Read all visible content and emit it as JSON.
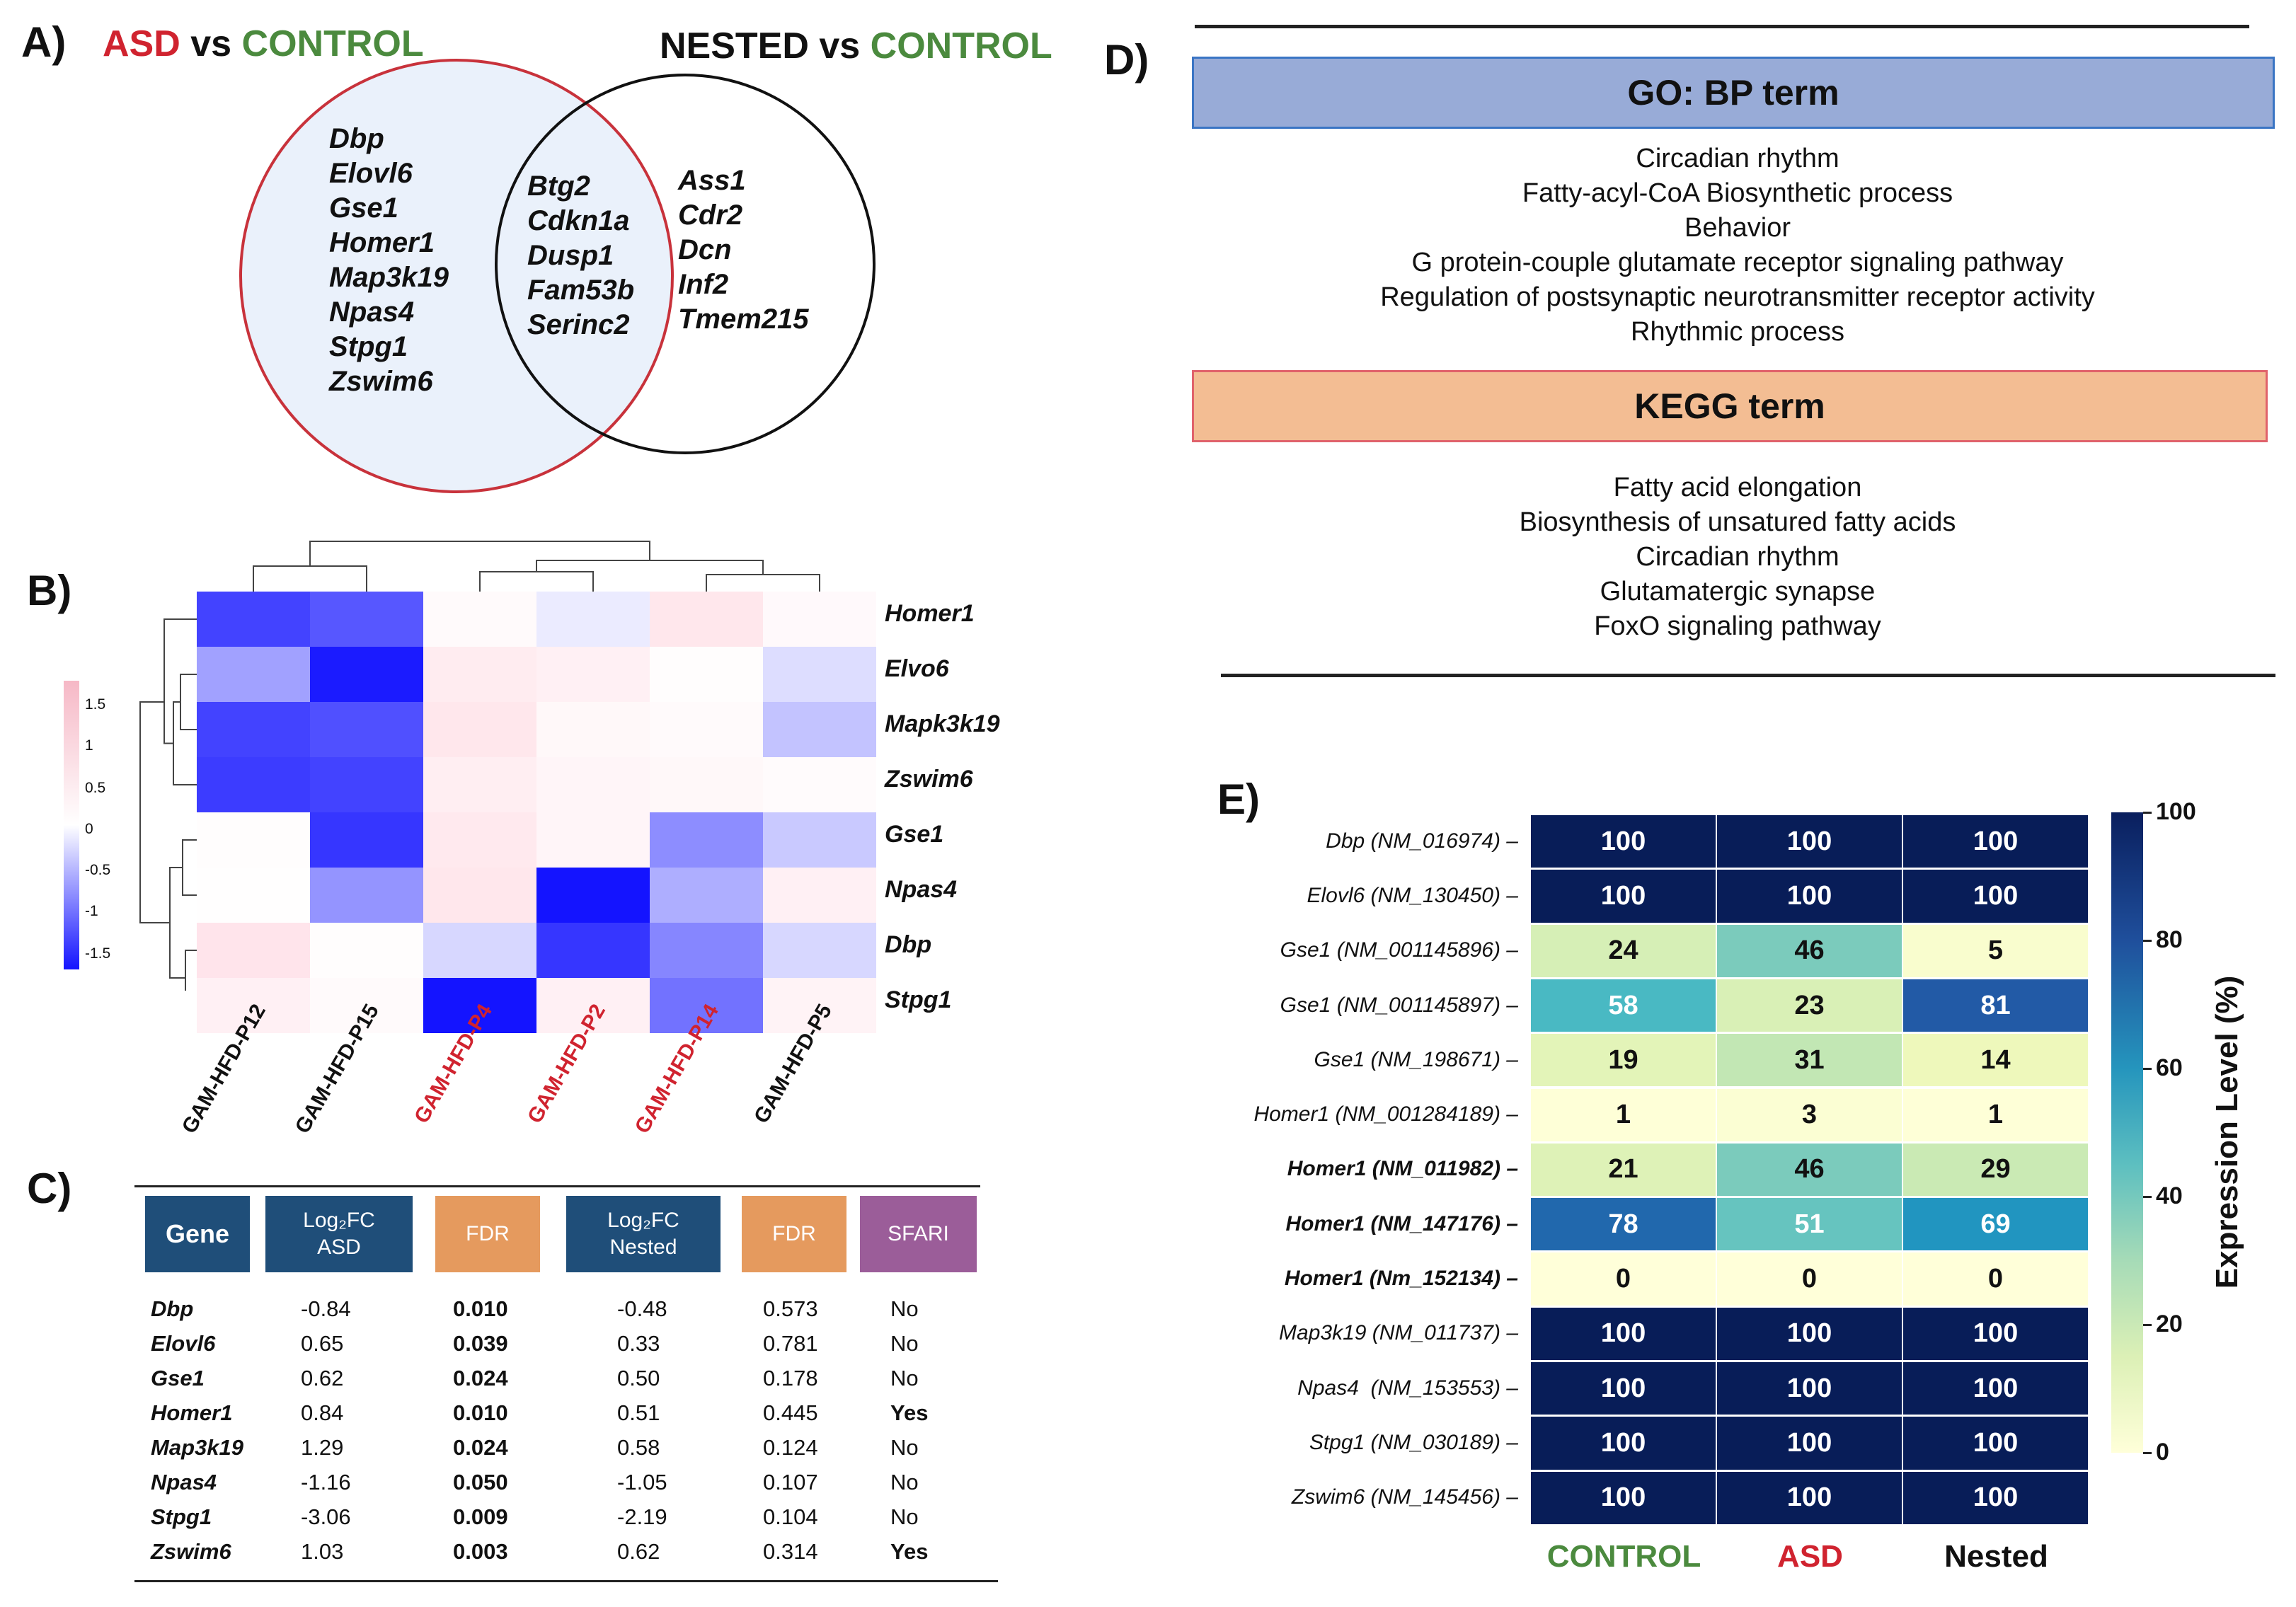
{
  "panel_labels": {
    "a": "A)",
    "b": "B)",
    "c": "C)",
    "d": "D)",
    "e": "E)"
  },
  "venn": {
    "title_left": {
      "p1": "ASD",
      "p2": " vs ",
      "p3": "CONTROL"
    },
    "title_right": {
      "p1": "NESTED",
      "p2": " vs ",
      "p3": "CONTROL"
    },
    "left_genes": [
      "Dbp",
      "Elovl6",
      "Gse1",
      "Homer1",
      "Map3k19",
      "Npas4",
      "Stpg1",
      "Zswim6"
    ],
    "shared_genes": [
      "Btg2",
      "Cdkn1a",
      "Dusp1",
      "Fam53b",
      "Serinc2"
    ],
    "right_genes": [
      "Ass1",
      "Cdr2",
      "Dcn",
      "Inf2",
      "Tmem215"
    ],
    "colors": {
      "red": "#d0232f",
      "green": "#4b8a3e",
      "left_fill": "#eaf1fb"
    }
  },
  "heatmap": {
    "rows": [
      "Homer1",
      "Elvo6",
      "Mapk3k19",
      "Zswim6",
      "Gse1",
      "Npas4",
      "Dbp",
      "Stpg1"
    ],
    "cols": [
      {
        "label": "GAM-HFD-P12",
        "color": "#111111"
      },
      {
        "label": "GAM-HFD-P15",
        "color": "#111111"
      },
      {
        "label": "GAM-HFD-P4",
        "color": "#d0232f"
      },
      {
        "label": "GAM-HFD-P2",
        "color": "#d0232f"
      },
      {
        "label": "GAM-HFD-P14",
        "color": "#d0232f"
      },
      {
        "label": "GAM-HFD-P5",
        "color": "#111111"
      }
    ],
    "values": [
      [
        -1.4,
        -1.25,
        0.1,
        -0.15,
        0.5,
        0.12
      ],
      [
        -0.7,
        -1.7,
        0.4,
        0.3,
        0.05,
        -0.25
      ],
      [
        -1.4,
        -1.3,
        0.5,
        0.15,
        0.1,
        -0.45
      ],
      [
        -1.45,
        -1.4,
        0.35,
        0.2,
        0.15,
        0.08
      ],
      [
        0.05,
        -1.5,
        0.45,
        0.2,
        -0.85,
        -0.4
      ],
      [
        0.03,
        -0.8,
        0.5,
        -1.75,
        -0.6,
        0.3
      ],
      [
        0.55,
        0.05,
        -0.3,
        -1.5,
        -0.9,
        -0.3
      ],
      [
        0.3,
        0.1,
        -1.75,
        0.3,
        -1.05,
        0.25
      ]
    ],
    "scale": {
      "ticks": [
        "1.5",
        "1",
        "0.5",
        "0",
        "-0.5",
        "-1",
        "-1.5"
      ],
      "min": -1.75,
      "max": 1.75
    }
  },
  "table": {
    "headers": [
      {
        "l1": "Gene",
        "l2": "",
        "color": "#1f4e79"
      },
      {
        "l1": "Log₂FC",
        "l2": "ASD",
        "color": "#1f4e79"
      },
      {
        "l1": "FDR",
        "l2": "",
        "color": "#e59a5e"
      },
      {
        "l1": "Log₂FC",
        "l2": "Nested",
        "color": "#1f4e79"
      },
      {
        "l1": "FDR",
        "l2": "",
        "color": "#e59a5e"
      },
      {
        "l1": "SFARI",
        "l2": "",
        "color": "#9b5d99"
      }
    ],
    "rows": [
      [
        "Dbp",
        "-0.84",
        "0.010",
        "-0.48",
        "0.573",
        "No"
      ],
      [
        "Elovl6",
        "0.65",
        "0.039",
        "0.33",
        "0.781",
        "No"
      ],
      [
        "Gse1",
        "0.62",
        "0.024",
        "0.50",
        "0.178",
        "No"
      ],
      [
        "Homer1",
        "0.84",
        "0.010",
        "0.51",
        "0.445",
        "Yes"
      ],
      [
        "Map3k19",
        "1.29",
        "0.024",
        "0.58",
        "0.124",
        "No"
      ],
      [
        "Npas4",
        "-1.16",
        "0.050",
        "-1.05",
        "0.107",
        "No"
      ],
      [
        "Stpg1",
        "-3.06",
        "0.009",
        "-2.19",
        "0.104",
        "No"
      ],
      [
        "Zswim6",
        "1.03",
        "0.003",
        "0.62",
        "0.314",
        "Yes"
      ]
    ]
  },
  "enrichment": {
    "go_title": "GO: BP term",
    "go_terms": [
      "Circadian rhythm",
      "Fatty-acyl-CoA Biosynthetic process",
      "Behavior",
      "G protein-couple glutamate receptor signaling pathway",
      "Regulation of postsynaptic neurotransmitter receptor activity",
      "Rhythmic process"
    ],
    "kegg_title": "KEGG term",
    "kegg_terms": [
      "Fatty acid elongation",
      "Biosynthesis of unsatured fatty acids",
      "Circadian rhythm",
      "Glutamatergic synapse",
      "FoxO signaling pathway"
    ],
    "colors": {
      "go_fill": "#98abd7",
      "go_border": "#3a75c4",
      "kegg_fill": "#f3bd93",
      "kegg_border": "#e0626b"
    }
  },
  "chart_data": {
    "type": "heatmap",
    "title": "",
    "xlabel": "",
    "ylabel": "",
    "colorbar_label": "Expression Level (%)",
    "colorbar_ticks": [
      0,
      20,
      40,
      60,
      80,
      100
    ],
    "x": [
      "CONTROL",
      "ASD",
      "Nested"
    ],
    "x_colors": [
      "#4b8a3e",
      "#d0232f",
      "#111111"
    ],
    "y": [
      "Dbp (NM_016974)",
      "Elovl6 (NM_130450)",
      "Gse1 (NM_001145896)",
      "Gse1 (NM_001145897)",
      "Gse1 (NM_198671)",
      "Homer1 (NM_001284189)",
      "Homer1 (NM_011982)",
      "Homer1 (NM_147176)",
      "Homer1 (Nm_152134)",
      "Map3k19 (NM_011737)",
      "Npas4  (NM_153553)",
      "Stpg1 (NM_030189)",
      "Zswim6 (NM_145456)"
    ],
    "y_bold": [
      false,
      false,
      false,
      false,
      false,
      false,
      true,
      true,
      true,
      false,
      false,
      false,
      false
    ],
    "values": [
      [
        100,
        100,
        100
      ],
      [
        100,
        100,
        100
      ],
      [
        24,
        46,
        5
      ],
      [
        58,
        23,
        81
      ],
      [
        19,
        31,
        14
      ],
      [
        1,
        3,
        1
      ],
      [
        21,
        46,
        29
      ],
      [
        78,
        51,
        69
      ],
      [
        0,
        0,
        0
      ],
      [
        100,
        100,
        100
      ],
      [
        100,
        100,
        100
      ],
      [
        100,
        100,
        100
      ],
      [
        100,
        100,
        100
      ]
    ]
  }
}
